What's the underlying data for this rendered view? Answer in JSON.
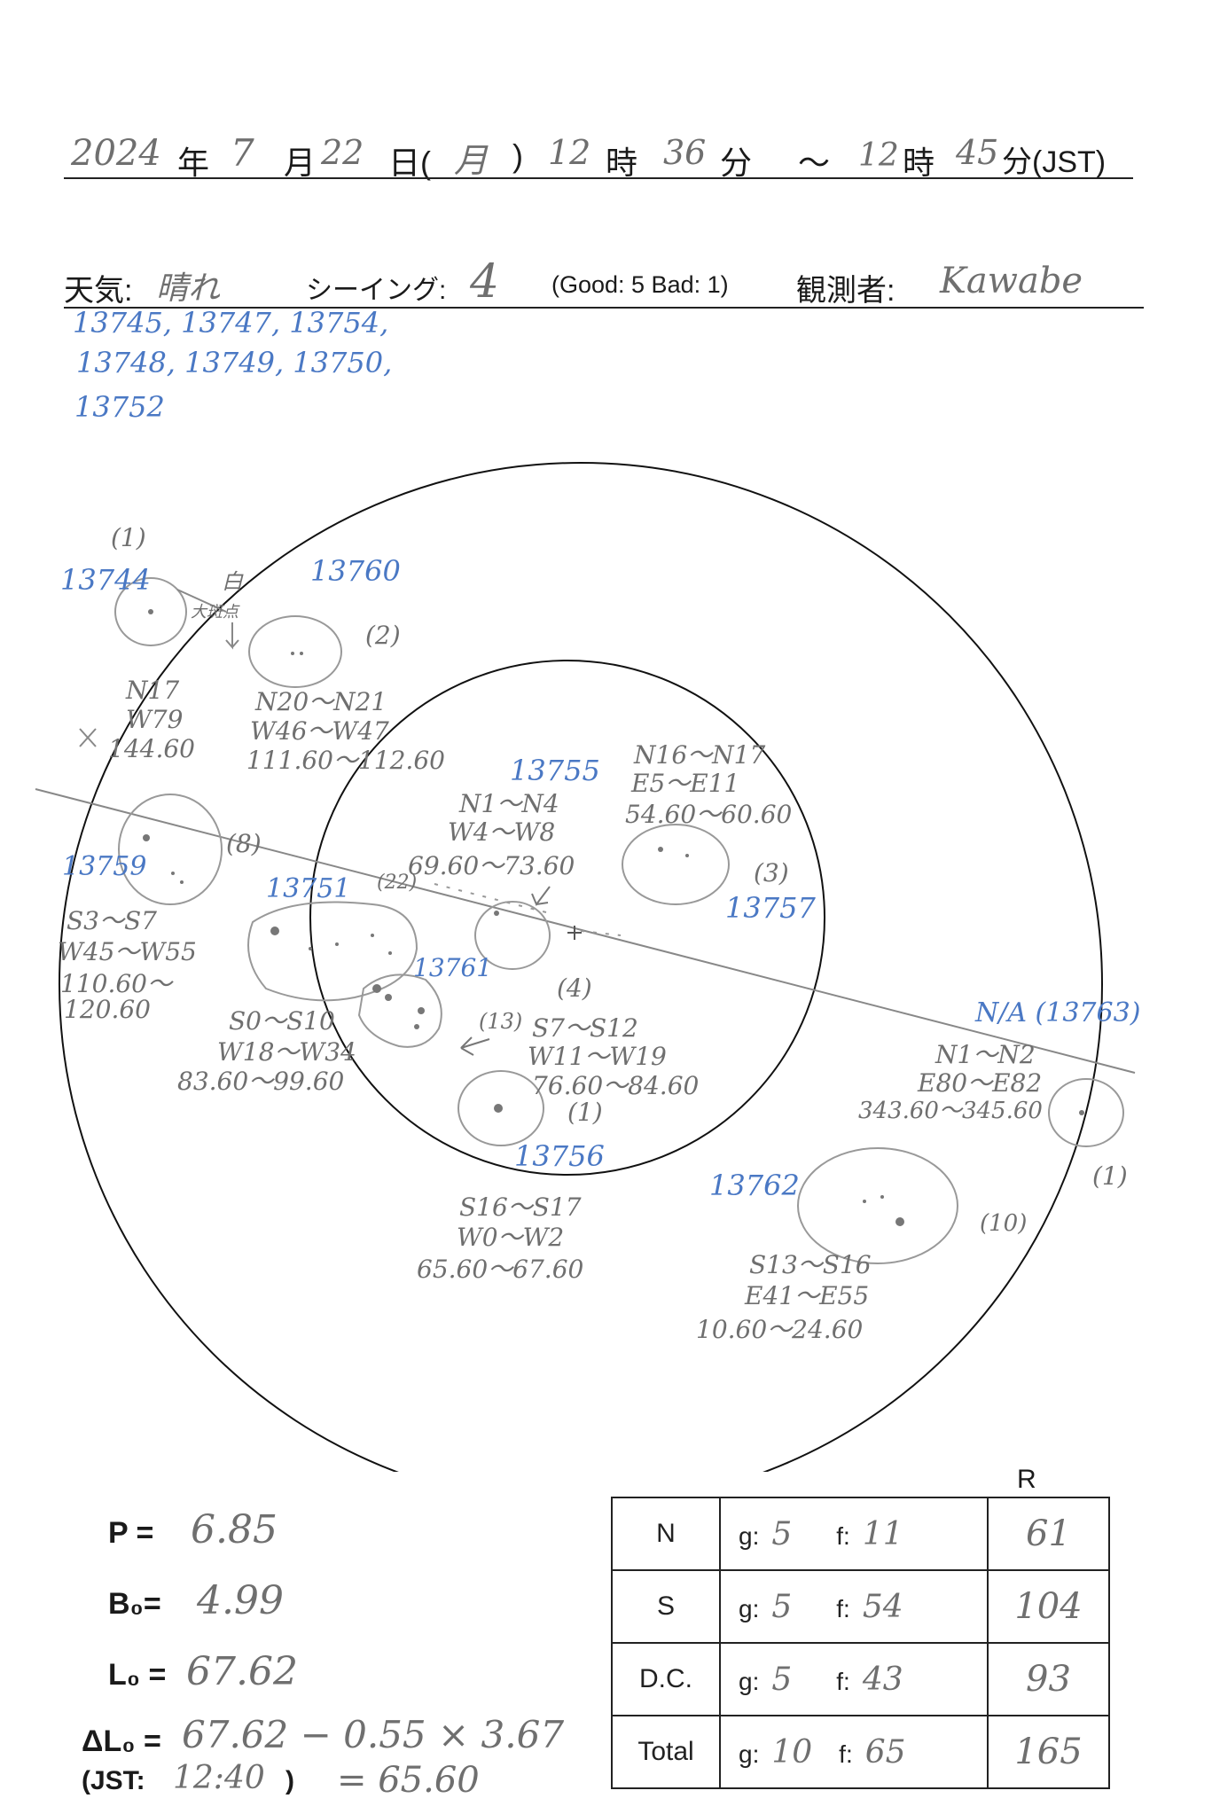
{
  "header": {
    "year": "2024",
    "year_label": "年",
    "month": "7",
    "month_label": "月",
    "day": "22",
    "day_label": "日(",
    "weekday": "月",
    "weekday_close": ")",
    "start_hour": "12",
    "hour_label": "時",
    "start_min": "36",
    "min_label": "分",
    "tilde": "〜",
    "end_hour": "12",
    "end_min": "45",
    "tz_label": "分(JST)"
  },
  "conditions": {
    "weather_label": "天気:",
    "weather": "晴れ",
    "seeing_label": "シーイング:",
    "seeing": "4",
    "scale_note": "(Good: 5  Bad: 1)",
    "observer_label": "観測者:",
    "observer": "Kawabe"
  },
  "region_list": [
    "13745, 13747, 13754,",
    "13748, 13749, 13750,",
    "13752"
  ],
  "groups": [
    {
      "id": "13744",
      "count": "(1)",
      "lat": "N17",
      "lon": "W79",
      "l": "144.60"
    },
    {
      "id": "13760",
      "count": "(2)",
      "lat": "N20〜N21",
      "lon": "W46〜W47",
      "l": "111.60〜112.60"
    },
    {
      "id": "13755",
      "lat": "N1〜N4",
      "lon": "W4〜W8",
      "l": "69.60〜73.60"
    },
    {
      "id": "13757",
      "count": "(3)",
      "lat": "N16〜N17",
      "lon": "E5〜E11",
      "l": "54.60〜60.60"
    },
    {
      "id": "13759",
      "count": "(8)",
      "lat": "S3〜S7",
      "lon": "W45〜W55",
      "l": "110.60〜",
      "l2": "120.60"
    },
    {
      "id": "13751",
      "count": "(22)",
      "lat": "S0〜S10",
      "lon": "W18〜W34",
      "l": "83.60〜99.60"
    },
    {
      "id": "13761",
      "count": "(4)",
      "count2": "(13)",
      "lat": "S7〜S12",
      "lon": "W11〜W19",
      "l": "76.60〜84.60"
    },
    {
      "id": "13756",
      "count": "(1)",
      "lat": "S16〜S17",
      "lon": "W0〜W2",
      "l": "65.60〜67.60"
    },
    {
      "id": "13762",
      "count": "(10)",
      "lat": "S13〜S16",
      "lon": "E41〜E55",
      "l": "10.60〜24.60"
    },
    {
      "id": "N/A (13763)",
      "count": "(1)",
      "lat": "N1〜N2",
      "lon": "E80〜E82",
      "l": "343.60〜345.60"
    }
  ],
  "annotations": {
    "white_label": "白",
    "big_spot_label": "大斑点"
  },
  "params": {
    "p_label": "P =",
    "p": "6.85",
    "b0_label": "B₀=",
    "b0": "4.99",
    "l0_label": "L₀ =",
    "l0": "67.62",
    "dl0_label": "ΔL₀ =",
    "dl0": "67.62 − 0.55 × 3.67",
    "jst_label": "(JST:",
    "jst": "12:40",
    "jst_close": ")",
    "dl0_result": "= 65.60"
  },
  "table": {
    "r_header": "R",
    "g_label": "g:",
    "f_label": "f:",
    "rows": [
      {
        "label": "N",
        "g": "5",
        "f": "11",
        "r": "61"
      },
      {
        "label": "S",
        "g": "5",
        "f": "54",
        "r": "104"
      },
      {
        "label": "D.C.",
        "g": "5",
        "f": "43",
        "r": "93"
      },
      {
        "label": "Total",
        "g": "10",
        "f": "65",
        "r": "165"
      }
    ]
  }
}
